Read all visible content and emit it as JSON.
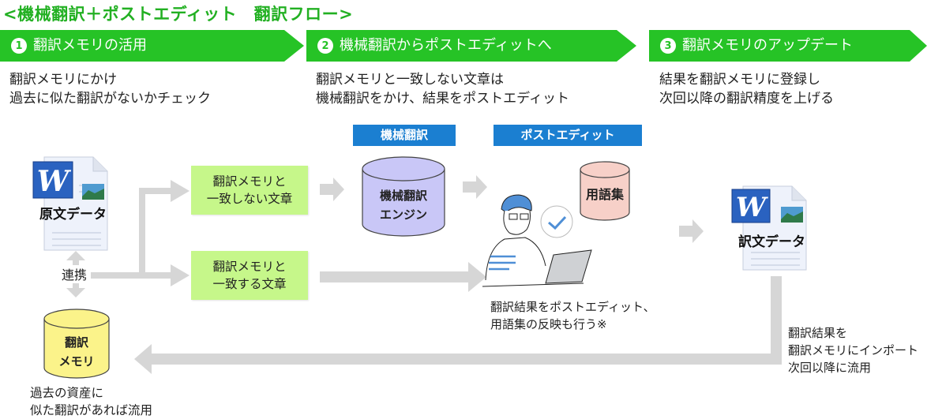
{
  "title": "<機械翻訳＋ポストエディット　翻訳フロー>",
  "colors": {
    "step_green": "#26c326",
    "title_green": "#22b022",
    "match_box": "#c6f78a",
    "blue_header": "#1b7fd1",
    "mt_cylinder": "#c9c7f7",
    "glossary_cylinder": "#f7d0c8",
    "memory_cylinder": "#fbf38a",
    "arrow_gray": "#d6d6d6"
  },
  "steps": [
    {
      "number": "1",
      "label": "翻訳メモリの活用",
      "desc": [
        "翻訳メモリにかけ",
        "過去に似た翻訳がないかチェック"
      ]
    },
    {
      "number": "2",
      "label": "機械翻訳からポストエディットへ",
      "desc": [
        "翻訳メモリと一致しない文章は",
        "機械翻訳をかけ、結果をポストエディット"
      ]
    },
    {
      "number": "3",
      "label": "翻訳メモリのアップデート",
      "desc": [
        "結果を翻訳メモリに登録し",
        "次回以降の翻訳精度を上げる"
      ]
    }
  ],
  "source_doc": {
    "icon": "word-document-icon",
    "label": "原文データ"
  },
  "link_label": "連携",
  "memory": {
    "line1": "翻訳",
    "line2": "メモリ",
    "caption": [
      "過去の資産に",
      "似た翻訳があれば流用"
    ]
  },
  "boxes": {
    "nomatch": [
      "翻訳メモリと",
      "一致しない文章"
    ],
    "match": [
      "翻訳メモリと",
      "一致する文章"
    ]
  },
  "headers": {
    "mt": "機械翻訳",
    "pe": "ポストエディット"
  },
  "mt_engine": [
    "機械翻訳",
    "エンジン"
  ],
  "glossary": "用語集",
  "editor": {
    "icon": "person-laptop-icon",
    "caption": [
      "翻訳結果をポストエディット、",
      "用語集の反映も行う※"
    ]
  },
  "target_doc": {
    "icon": "word-document-icon",
    "label": "訳文データ"
  },
  "import_note": [
    "翻訳結果を",
    "翻訳メモリにインポート",
    "次回以降に流用"
  ]
}
